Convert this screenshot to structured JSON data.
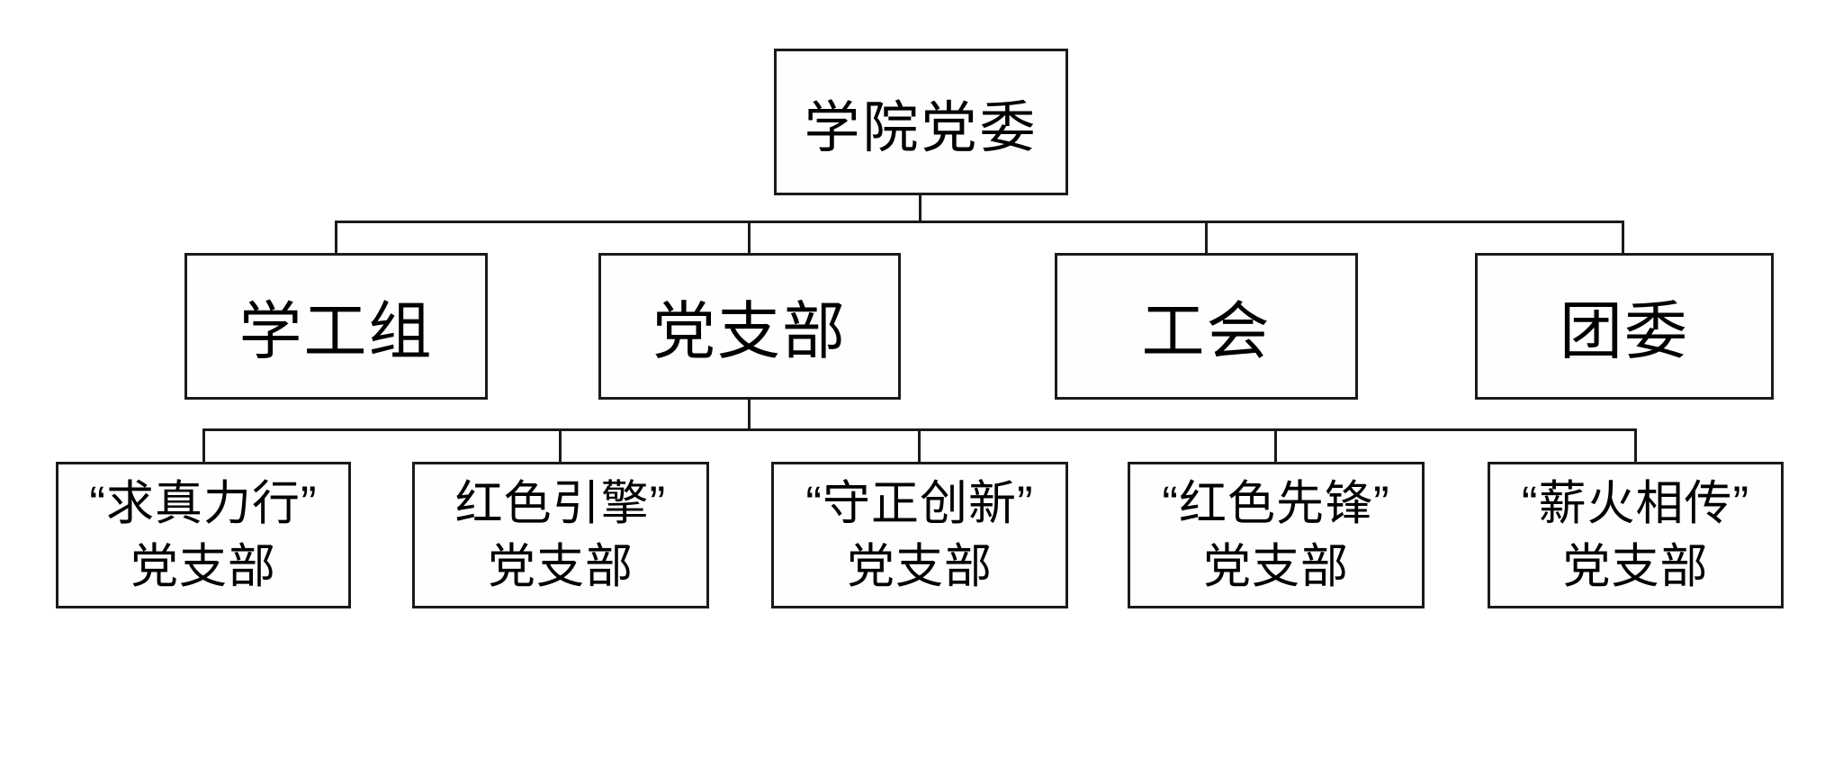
{
  "diagram": {
    "type": "org-chart",
    "root": {
      "label": "学院党委"
    },
    "level2": [
      {
        "label": "学工组"
      },
      {
        "label": "党支部"
      },
      {
        "label": "工会"
      },
      {
        "label": "团委"
      }
    ],
    "level3_group": {
      "parent_label": "党支部",
      "nodes": [
        {
          "line1": "“求真力行”",
          "line2": "党支部"
        },
        {
          "line1": "红色引擎”",
          "line2": "党支部"
        },
        {
          "line1": "“守正创新”",
          "line2": "党支部"
        },
        {
          "line1": "“红色先锋”",
          "line2": "党支部"
        },
        {
          "line1": "“薪火相传”",
          "line2": "党支部"
        }
      ]
    },
    "colors": {
      "border": "#1a1a1a",
      "background": "#ffffff",
      "text": "#000000"
    }
  }
}
